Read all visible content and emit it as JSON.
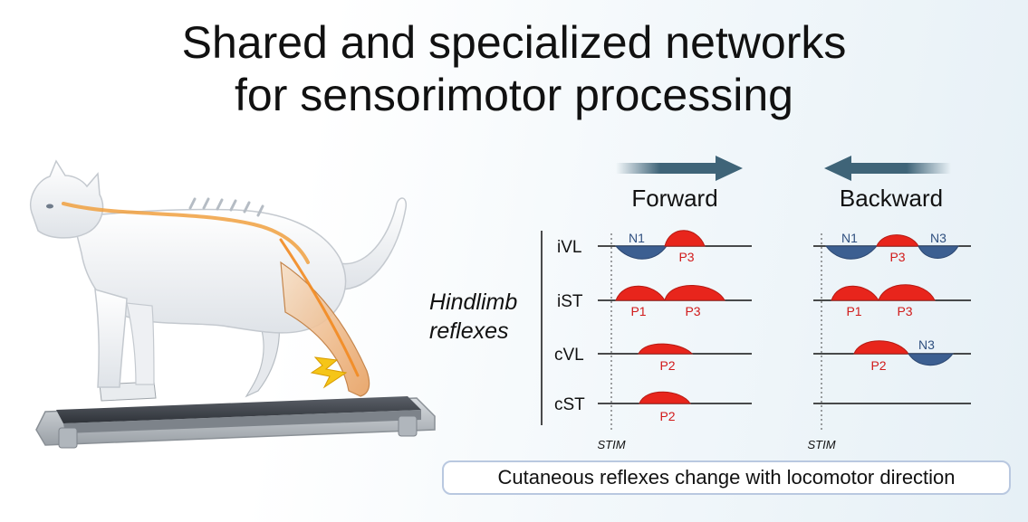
{
  "slide": {
    "title_line1": "Shared and specialized networks",
    "title_line2": "for sensorimotor processing",
    "side_label_line1": "Hindlimb",
    "side_label_line2": "reflexes",
    "caption": "Cutaneous reflexes change with locomotor direction"
  },
  "panels": {
    "forward": {
      "label": "Forward",
      "stim": "STIM",
      "rows": [
        {
          "muscle": "iVL",
          "peaks": [
            {
              "label": "N1",
              "color": "#2f4f7f"
            },
            {
              "label": "P3",
              "color": "#d11a1a"
            }
          ]
        },
        {
          "muscle": "iST",
          "peaks": [
            {
              "label": "P1",
              "color": "#d11a1a"
            },
            {
              "label": "P3",
              "color": "#d11a1a"
            }
          ]
        },
        {
          "muscle": "cVL",
          "peaks": [
            {
              "label": "P2",
              "color": "#d11a1a"
            }
          ]
        },
        {
          "muscle": "cST",
          "peaks": [
            {
              "label": "P2",
              "color": "#d11a1a"
            }
          ]
        }
      ]
    },
    "backward": {
      "label": "Backward",
      "stim": "STIM",
      "rows": [
        {
          "peaks": [
            {
              "label": "N1",
              "color": "#2f4f7f"
            },
            {
              "label": "P3",
              "color": "#d11a1a"
            },
            {
              "label": "N3",
              "color": "#2f4f7f"
            }
          ]
        },
        {
          "peaks": [
            {
              "label": "P1",
              "color": "#d11a1a"
            },
            {
              "label": "P3",
              "color": "#d11a1a"
            }
          ]
        },
        {
          "peaks": [
            {
              "label": "P2",
              "color": "#d11a1a"
            },
            {
              "label": "N3",
              "color": "#2f4f7f"
            }
          ]
        },
        {
          "peaks": []
        }
      ]
    }
  },
  "colors": {
    "excitation": "#e8251c",
    "inhibition": "#3c5f91",
    "arrow": "#3f6478",
    "nerve": "#f0a040"
  }
}
